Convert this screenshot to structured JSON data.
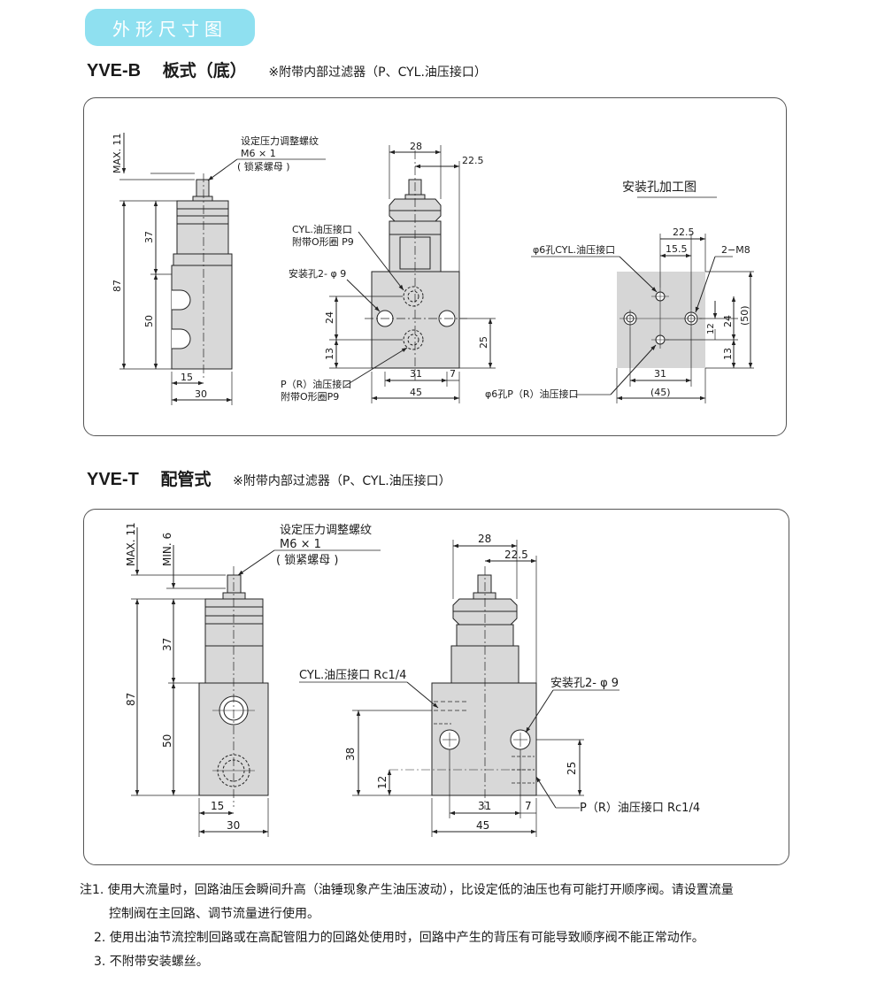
{
  "banner": "外形尺寸图",
  "section1": {
    "model": "YVE-B",
    "type": "板式（底）",
    "note": "※附带内部过滤器（P、CYL.油压接口）"
  },
  "section2": {
    "model": "YVE-T",
    "type": "配管式",
    "note": "※附带内部过滤器（P、CYL.油压接口）"
  },
  "labels": {
    "adj_screw": "设定压力调整螺纹",
    "m6": "M6 × 1",
    "lock_nut": "( 锁紧螺母 )",
    "max11": "MAX. 11",
    "min6": "MIN. 6",
    "cyl_port": "CYL.油压接口",
    "o_ring_p9": "附带O形圈 P9",
    "mount_holes": "安装孔2- φ 9",
    "p_port": "P（R）油压接口",
    "o_ring_p9b": "附带O形圈P9",
    "hole_machining": "安装孔加工图",
    "phi6_cyl": "φ6孔CYL.油压接口",
    "m8": "2−M8",
    "phi6_p": "φ6孔P（R）油压接口",
    "cyl_rc": "CYL.油压接口 Rc1/4",
    "mount_holes_t": "安装孔2- φ 9",
    "p_rc": "P（R）油压接口 Rc1/4"
  },
  "dims": {
    "d87": "87",
    "d37": "37",
    "d50": "50",
    "d15": "15",
    "d30": "30",
    "d28": "28",
    "d22_5": "22.5",
    "d24": "24",
    "d13": "13",
    "d25": "25",
    "d31": "31",
    "d7": "7",
    "d45": "45",
    "d15_5": "15.5",
    "d12": "12",
    "d50p": "(50)",
    "d45p": "(45)",
    "d38": "38"
  },
  "notes": {
    "n1a": "注1. 使用大流量时，回路油压会瞬间升高（油锤现象产生油压波动），比设定低的油压也有可能打开顺序阀。请设置流量",
    "n1b": "控制阀在主回路、调节流量进行使用。",
    "n2": "2. 使用出油节流控制回路或在高配管阻力的回路处使用时，回路中产生的背压有可能导致顺序阀不能正常动作。",
    "n3": "3. 不附带安装螺丝。"
  },
  "colors": {
    "banner": "#8fe0f0",
    "body": "#d8d8d8",
    "plate": "#d6d6d6"
  }
}
